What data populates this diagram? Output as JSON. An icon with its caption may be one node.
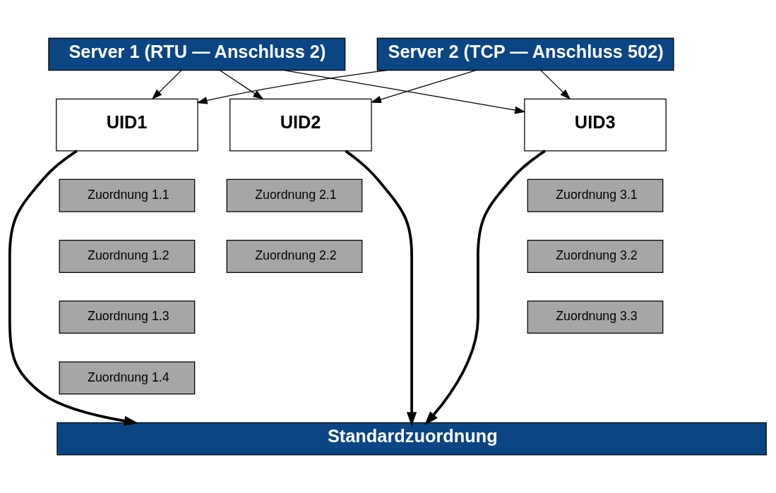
{
  "diagram": {
    "nodes": [
      {
        "text": [
          "Server 1 (RTU — Anschluss 2)"
        ]
      },
      {
        "text": [
          "Server 2 (TCP — Anschluss 502)"
        ]
      },
      {
        "text": [
          "UID1"
        ]
      },
      {
        "text": [
          "UID2"
        ]
      },
      {
        "text": [
          "UID3"
        ]
      },
      {
        "text": [
          "Zuordnung 1.1"
        ]
      },
      {
        "text": [
          "Zuordnung 1.2"
        ]
      },
      {
        "text": [
          "Zuordnung 1.3"
        ]
      },
      {
        "text": [
          "Zuordnung 1.4"
        ]
      },
      {
        "text": [
          "Zuordnung 2.1"
        ]
      },
      {
        "text": [
          "Zuordnung 2.2"
        ]
      },
      {
        "text": [
          "Zuordnung 3.1"
        ]
      },
      {
        "text": [
          "Zuordnung 3.2"
        ]
      },
      {
        "text": [
          "Zuordnung 3.3"
        ]
      },
      {
        "text": [
          "Standardzuordnung"
        ]
      }
    ],
    "edges": [
      {
        "from": 0,
        "to": 2,
        "arrow": "to"
      },
      {
        "from": 0,
        "to": 3,
        "arrow": "to"
      },
      {
        "from": 0,
        "to": 4,
        "arrow": "to"
      },
      {
        "from": 1,
        "to": 2,
        "arrow": "to"
      },
      {
        "from": 1,
        "to": 3,
        "arrow": "to"
      },
      {
        "from": 1,
        "to": 4,
        "arrow": "to"
      },
      {
        "from": 2,
        "to": 14,
        "arrow": "to",
        "style": "thick"
      },
      {
        "from": 3,
        "to": 14,
        "arrow": "to",
        "style": "thick"
      },
      {
        "from": 4,
        "to": 14,
        "arrow": "to",
        "style": "thick"
      }
    ]
  }
}
